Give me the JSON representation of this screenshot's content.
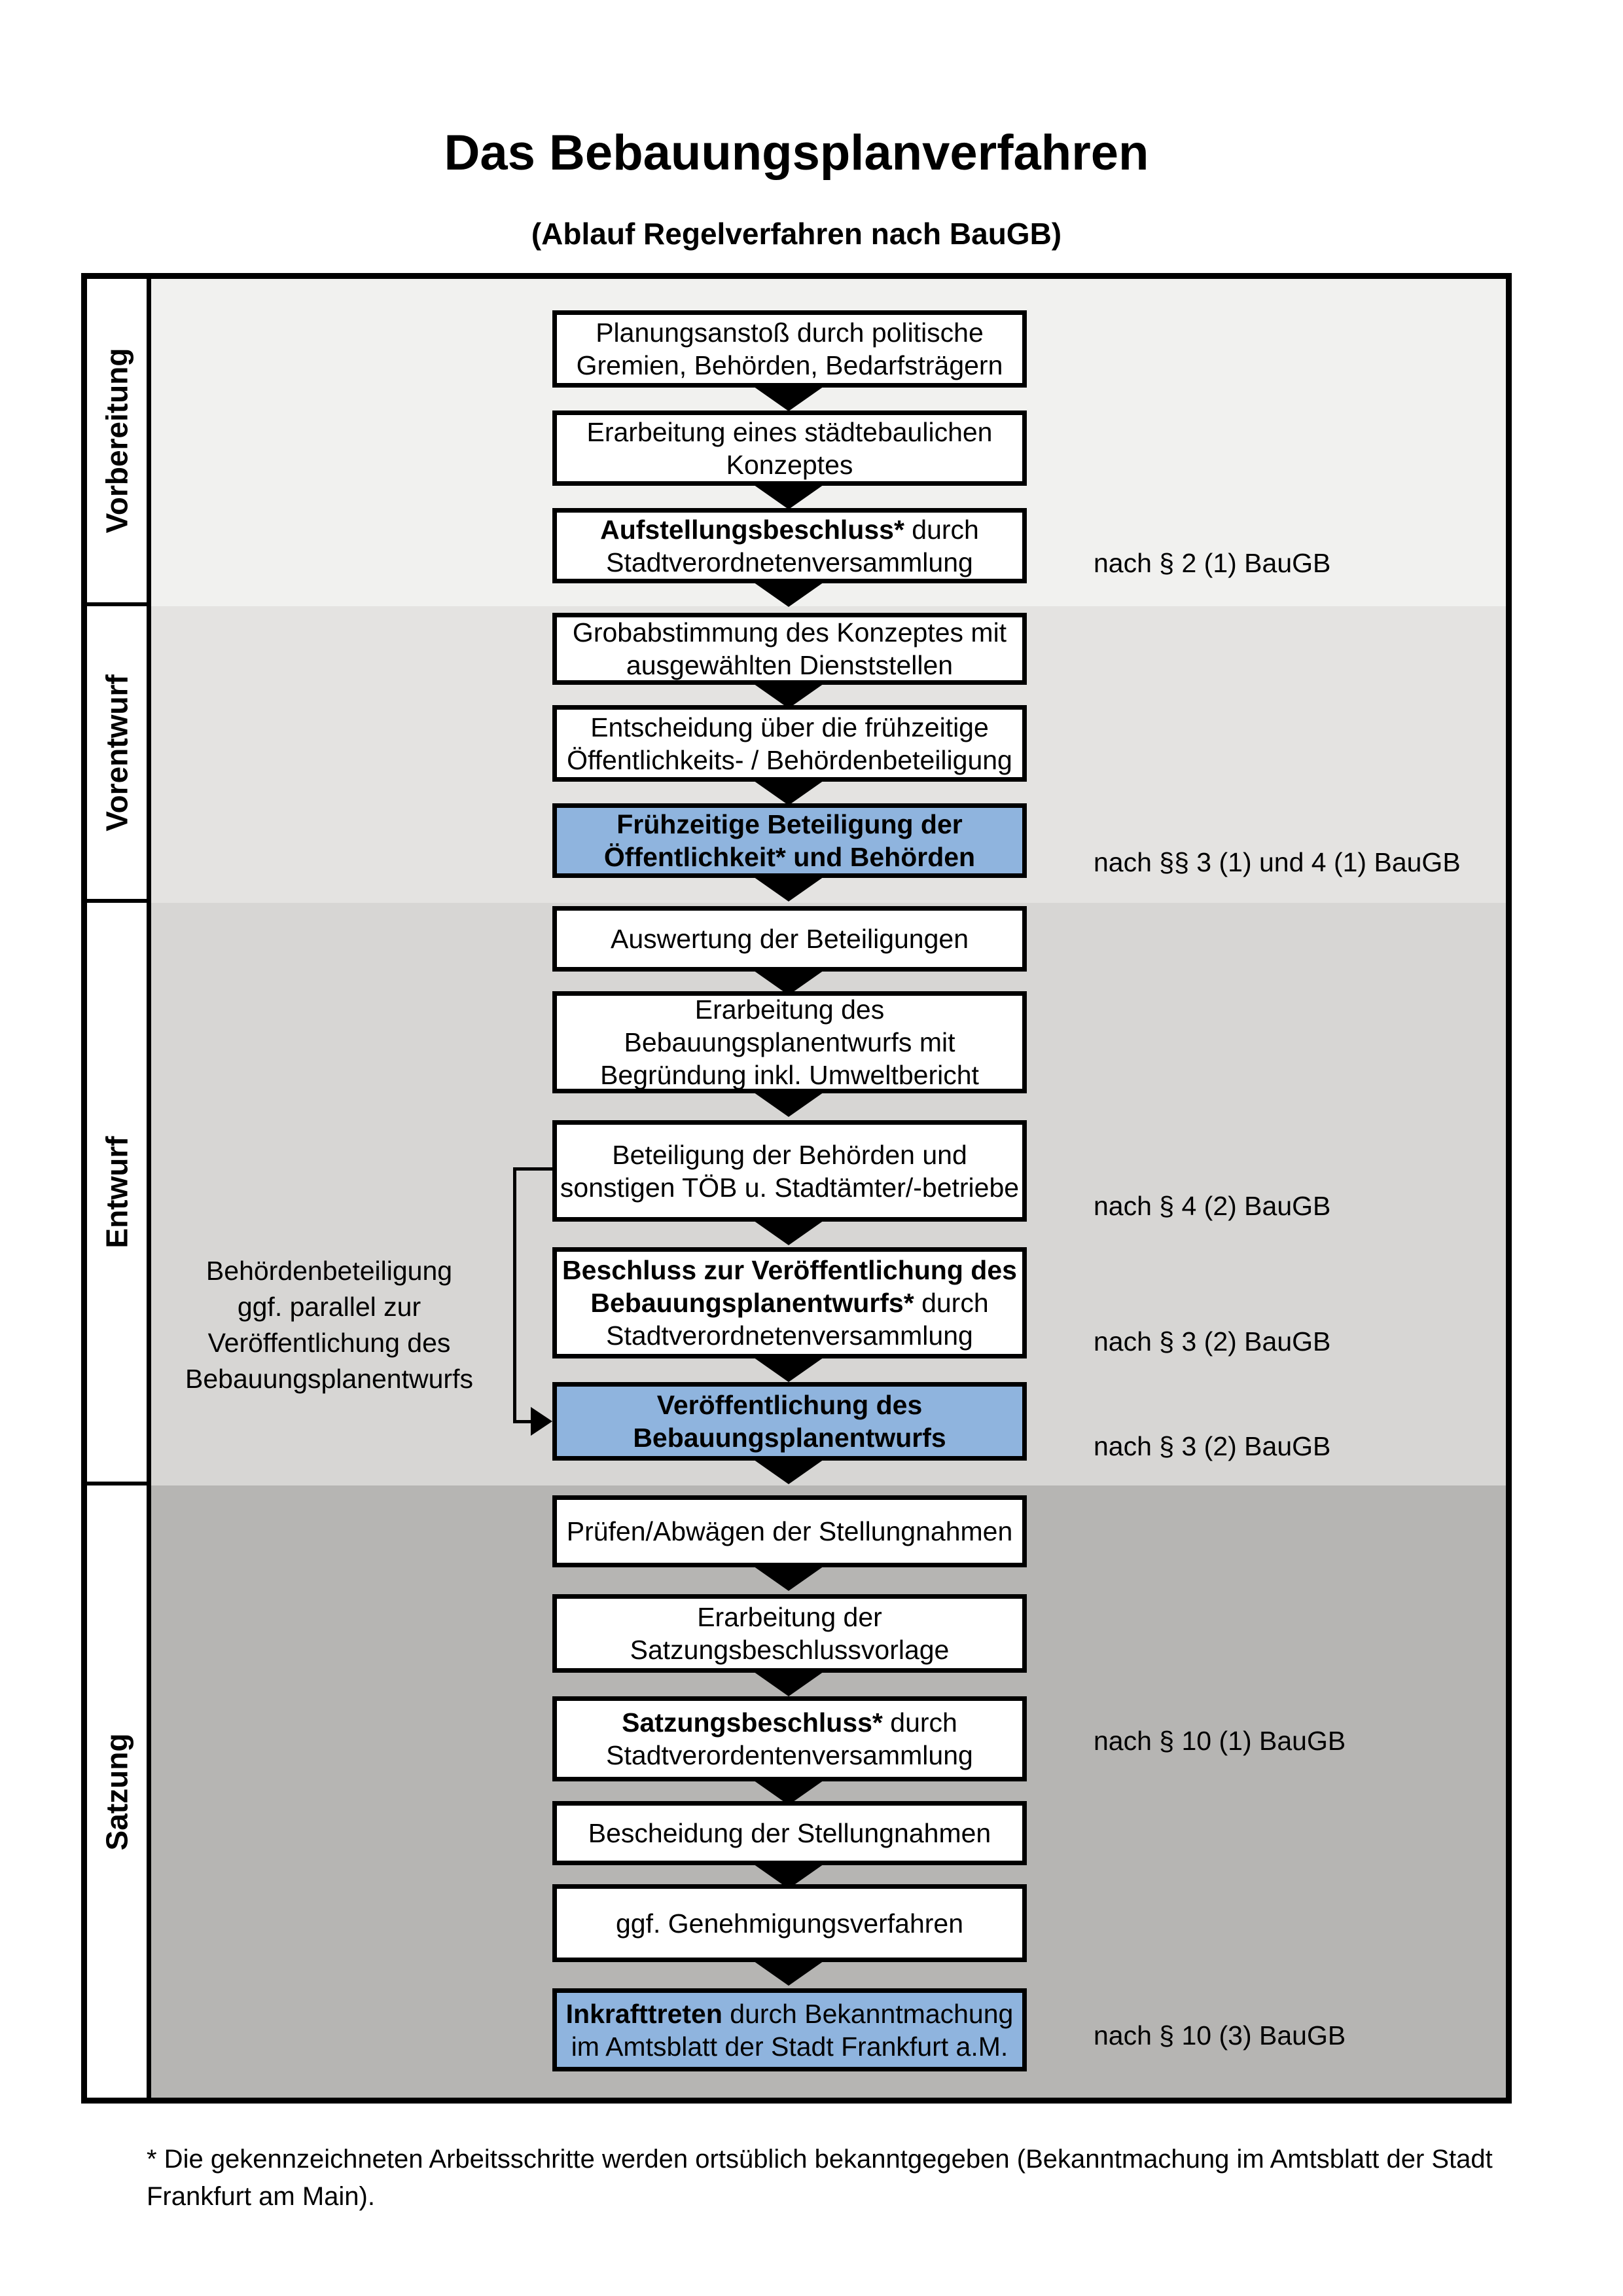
{
  "title": "Das Bebauungsplanverfahren",
  "subtitle": "(Ablauf Regelverfahren nach BauGB)",
  "colors": {
    "highlight_blue": "#8fb4de",
    "box_border": "#000000",
    "phase_backgrounds": [
      "#f1f1ef",
      "#e4e3e1",
      "#d7d6d4",
      "#b6b5b3"
    ]
  },
  "phases": [
    {
      "label": "Vorbereitung"
    },
    {
      "label": "Vorentwurf"
    },
    {
      "label": "Entwurf"
    },
    {
      "label": "Satzung"
    }
  ],
  "boxes": [
    {
      "highlight": false,
      "lines": [
        [
          "Planungsanstoß durch politische"
        ],
        [
          "Gremien, Behörden, Bedarfsträgern"
        ]
      ]
    },
    {
      "highlight": false,
      "lines": [
        [
          "Erarbeitung eines städtebaulichen"
        ],
        [
          "Konzeptes"
        ]
      ]
    },
    {
      "highlight": false,
      "lines": [
        [
          "Aufstellungsbeschluss*",
          " durch"
        ],
        [
          "Stadtverordnetenversammlung"
        ]
      ]
    },
    {
      "highlight": false,
      "lines": [
        [
          "Grobabstimmung des Konzeptes mit"
        ],
        [
          "ausgewählten Dienststellen"
        ]
      ]
    },
    {
      "highlight": false,
      "lines": [
        [
          "Entscheidung über die frühzeitige"
        ],
        [
          "Öffentlichkeits- / Behördenbeteiligung"
        ]
      ]
    },
    {
      "highlight": true,
      "lines": [
        [
          "Frühzeitige Beteiligung der"
        ],
        [
          "Öffentlichkeit* und Behörden"
        ]
      ]
    },
    {
      "highlight": false,
      "lines": [
        [
          "Auswertung der Beteiligungen"
        ]
      ]
    },
    {
      "highlight": false,
      "lines": [
        [
          "Erarbeitung des"
        ],
        [
          "Bebauungsplanentwurfs mit"
        ],
        [
          "Begründung inkl. Umweltbericht"
        ]
      ]
    },
    {
      "highlight": false,
      "lines": [
        [
          "Beteiligung der Behörden und"
        ],
        [
          "sonstigen TÖB u. Stadtämter/-betriebe"
        ]
      ]
    },
    {
      "highlight": false,
      "lines": [
        [
          "Beschluss zur Veröffentlichung des"
        ],
        [
          "Bebauungsplanentwurfs*",
          " durch"
        ],
        [
          "Stadtverordnetenversammlung"
        ]
      ]
    },
    {
      "highlight": true,
      "lines": [
        [
          "Veröffentlichung des"
        ],
        [
          "Bebauungsplanentwurfs"
        ]
      ]
    },
    {
      "highlight": false,
      "lines": [
        [
          "Prüfen/Abwägen der Stellungnahmen"
        ]
      ]
    },
    {
      "highlight": false,
      "lines": [
        [
          "Erarbeitung der"
        ],
        [
          "Satzungsbeschlussvorlage"
        ]
      ]
    },
    {
      "highlight": false,
      "lines": [
        [
          "Satzungsbeschluss*",
          " durch"
        ],
        [
          "Stadtverordentenversammlung"
        ]
      ]
    },
    {
      "highlight": false,
      "lines": [
        [
          "Bescheidung der Stellungnahmen"
        ]
      ]
    },
    {
      "highlight": false,
      "lines": [
        [
          "ggf. Genehmigungsverfahren"
        ]
      ]
    },
    {
      "highlight": true,
      "lines": [
        [
          "Inkrafttreten",
          " durch Bekanntmachung"
        ],
        [
          "im Amtsblatt der Stadt Frankfurt a.M."
        ]
      ]
    }
  ],
  "refs": [
    "nach § 2 (1) BauGB",
    "nach §§ 3 (1) und 4 (1) BauGB",
    "nach § 4 (2) BauGB",
    "nach § 3 (2) BauGB",
    "nach § 3 (2) BauGB",
    "nach § 10 (1) BauGB",
    "nach § 10 (3) BauGB"
  ],
  "side_note": [
    "Behördenbeteiligung",
    "ggf. parallel zur",
    "Veröffentlichung des",
    "Bebauungsplanentwurfs"
  ],
  "footnote": [
    "* Die gekennzeichneten Arbeitsschritte werden ortsüblich bekanntgegeben (Bekanntmachung im Amtsblatt  der Stadt",
    "Frankfurt am Main)."
  ]
}
